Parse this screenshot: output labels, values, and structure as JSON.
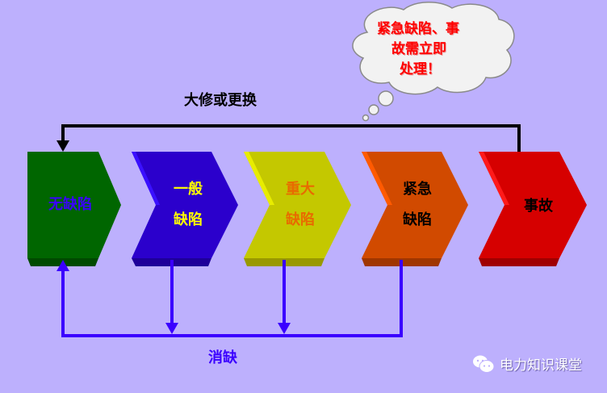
{
  "cloud": {
    "lines": [
      "紧急缺陷、事",
      "故需立即",
      "处理！"
    ],
    "color": "#ff0000"
  },
  "top_loop": {
    "label": "大修或更换",
    "color": "#000000"
  },
  "bottom_loop": {
    "label": "消缺",
    "color": "#3a00ff"
  },
  "stages": [
    {
      "lines": [
        "无缺陷"
      ],
      "fill": "#006600",
      "text_color": "#3a00ff"
    },
    {
      "lines": [
        "一般",
        "缺陷"
      ],
      "fill": "#2b00cc",
      "text_color": "#ffff00"
    },
    {
      "lines": [
        "重大",
        "缺陷"
      ],
      "fill": "#c4c800",
      "text_color": "#e86a00"
    },
    {
      "lines": [
        "紧急",
        "缺陷"
      ],
      "fill": "#d14a00",
      "text_color": "#000000"
    },
    {
      "lines": [
        "事故"
      ],
      "fill": "#d60000",
      "text_color": "#000000"
    }
  ],
  "watermark": {
    "icon": "wechat-icon",
    "text": "电力知识课堂"
  }
}
